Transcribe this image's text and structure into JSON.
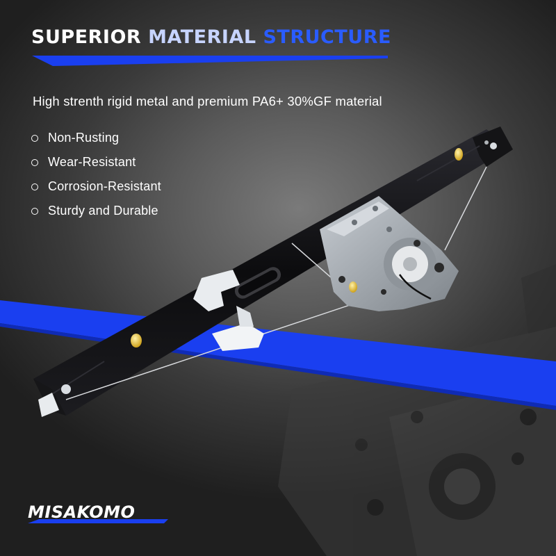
{
  "headline": {
    "part1": "SUPERIOR",
    "part2": "MATERIAL",
    "part3": "STRUCTURE"
  },
  "subtitle": "High strenth rigid metal and premium PA6+ 30%GF material",
  "features": [
    "Non-Rusting",
    "Wear-Resistant",
    "Corrosion-Resistant",
    "Sturdy and Durable"
  ],
  "brand": "MISAKOMO",
  "colors": {
    "accent_blue": "#1a3ff0",
    "light_blue": "#c7d4ff",
    "text_white": "#ffffff",
    "background": "#3a3a3a",
    "rail_black": "#0c0c0e",
    "plate_steel": "#a8aeb4",
    "pin_yellow": "#e8c020"
  }
}
